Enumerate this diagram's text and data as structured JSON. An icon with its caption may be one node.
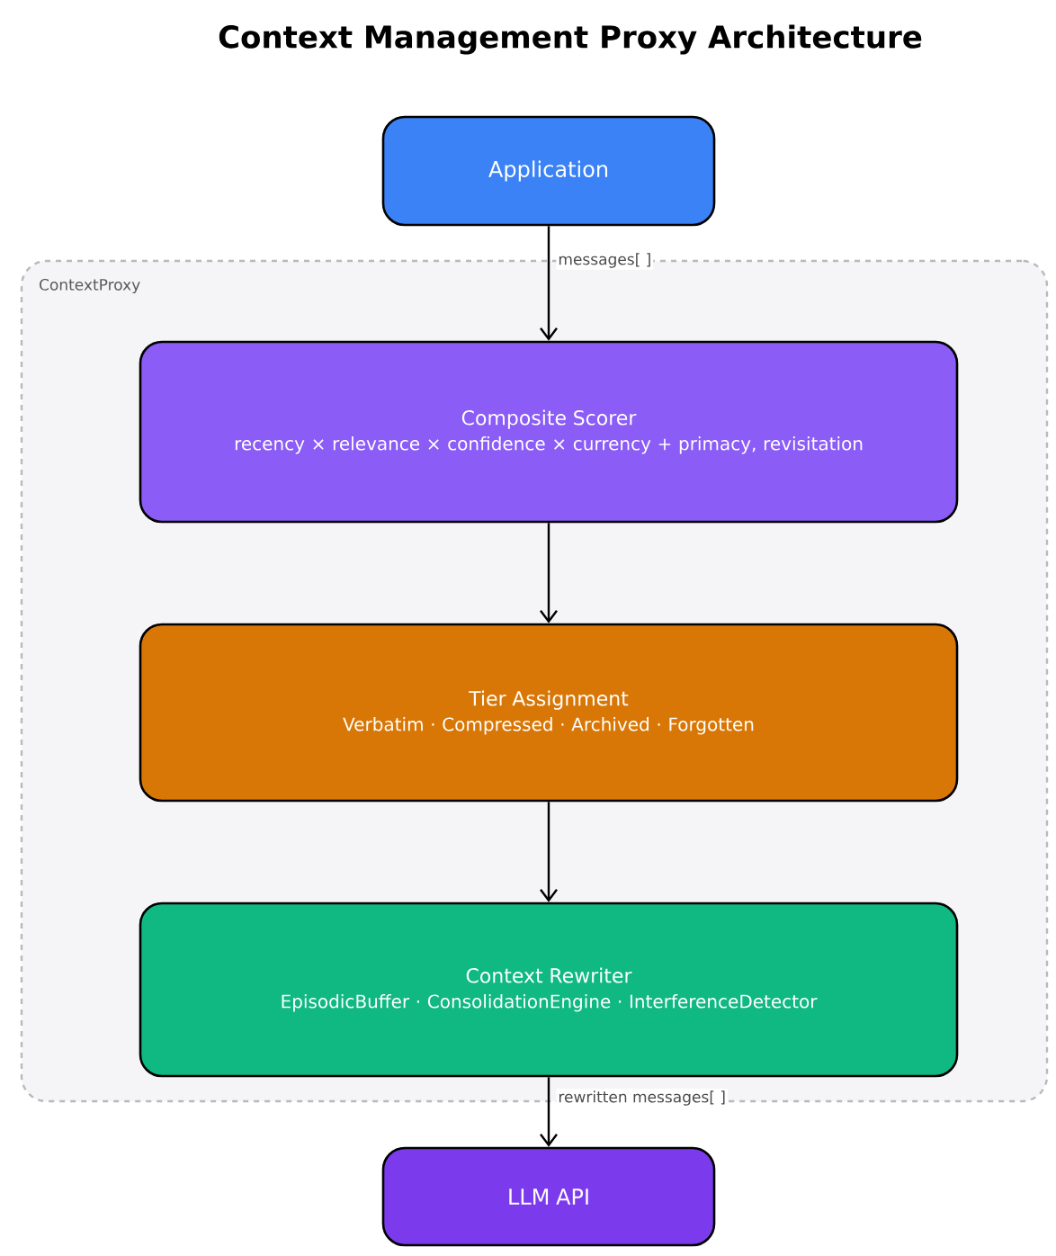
{
  "diagram": {
    "title": "Context Management Proxy Architecture",
    "nodes": [
      {
        "text": [
          "ContextProxy"
        ]
      },
      {
        "text": [
          "Application"
        ]
      },
      {
        "text": [
          "Composite Scorer",
          "recency × relevance × confidence × currency + primacy, revisitation"
        ],
        "in": 0
      },
      {
        "text": [
          "Tier Assignment",
          "Verbatim · Compressed · Archived · Forgotten"
        ],
        "in": 0
      },
      {
        "text": [
          "Context Rewriter",
          "EpisodicBuffer · ConsolidationEngine · InterferenceDetector"
        ],
        "in": 0
      },
      {
        "text": [
          "LLM API"
        ]
      }
    ],
    "edges": [
      {
        "from": 1,
        "to": 2,
        "arrow": "to",
        "label": "messages[ ]"
      },
      {
        "from": 2,
        "to": 3,
        "arrow": "to"
      },
      {
        "from": 3,
        "to": 4,
        "arrow": "to"
      },
      {
        "from": 4,
        "to": 5,
        "arrow": "to",
        "label": "rewritten messages[ ]"
      }
    ]
  }
}
